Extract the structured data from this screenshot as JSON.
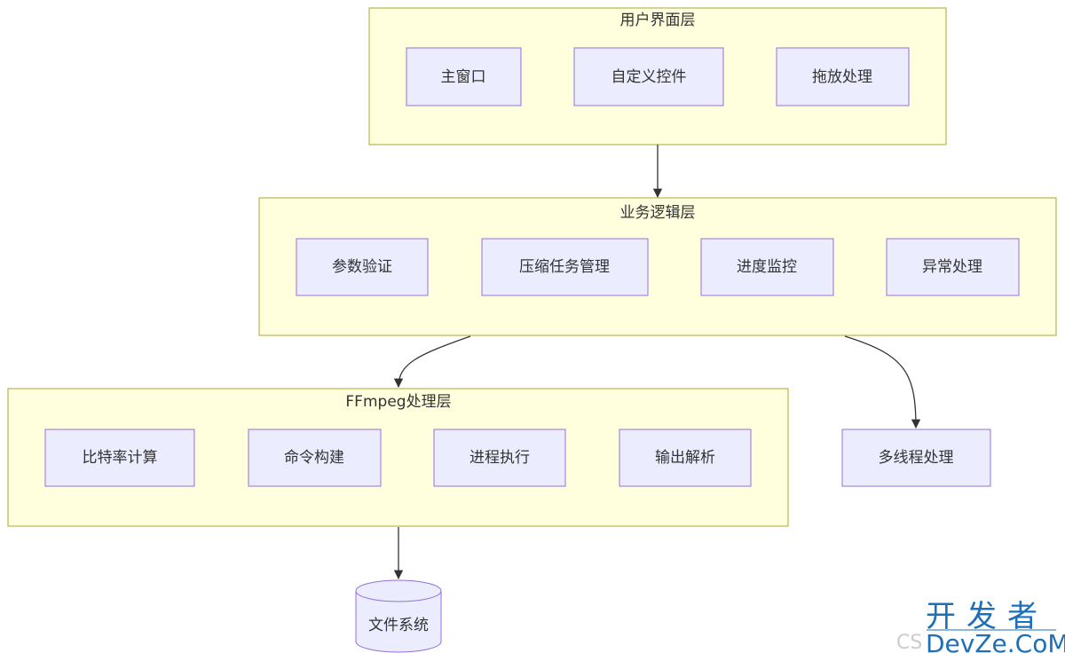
{
  "colors": {
    "cluster_fill": "#ffffde",
    "cluster_stroke": "#aaaa33",
    "node_fill": "#ececff",
    "node_stroke": "#9370db",
    "edge": "#333333"
  },
  "clusters": {
    "ui": {
      "title": "用户界面层",
      "nodes": [
        "主窗口",
        "自定义控件",
        "拖放处理"
      ]
    },
    "logic": {
      "title": "业务逻辑层",
      "nodes": [
        "参数验证",
        "压缩任务管理",
        "进度监控",
        "异常处理"
      ]
    },
    "ffmpeg": {
      "title": "FFmpeg处理层",
      "nodes": [
        "比特率计算",
        "命令构建",
        "进程执行",
        "输出解析"
      ]
    }
  },
  "standalone": {
    "threads": "多线程处理",
    "filesystem": "文件系统"
  },
  "watermark": {
    "line1": "开发者",
    "line2": "DevZe.CoM",
    "faded": "CS"
  }
}
